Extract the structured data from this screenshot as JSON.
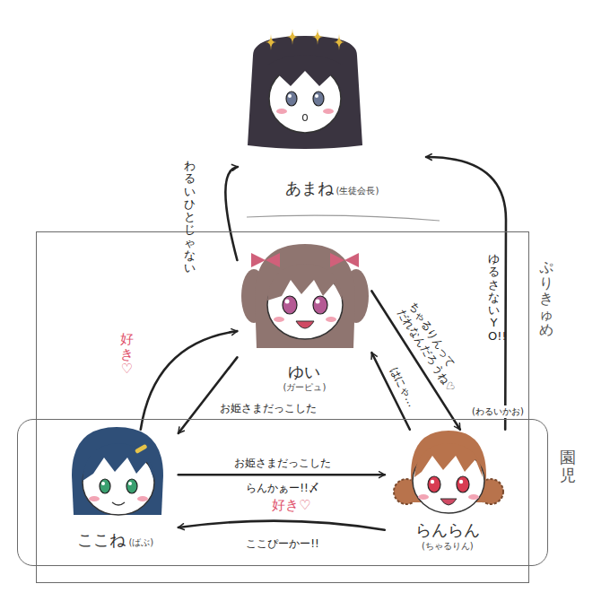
{
  "diagram": {
    "nodes": [
      {
        "text": [
          "あまね",
          "(生徒会長)"
        ]
      },
      {
        "text": [
          "ぷりきゅめ"
        ]
      },
      {
        "text": [
          "ゆい",
          "(ガーピュ)"
        ],
        "in": 1
      },
      {
        "text": [
          "園児"
        ],
        "in": 1
      },
      {
        "text": [
          "ここね",
          "(ばぶ)"
        ],
        "in": 3
      },
      {
        "text": [
          "らんらん",
          "(ちゃるりん)"
        ],
        "in": 3
      }
    ],
    "edges": [
      {
        "from": 2,
        "to": 0,
        "arrow": "to",
        "label": "わるいひとじゃない"
      },
      {
        "from": 5,
        "to": 0,
        "arrow": "to",
        "label": "ゆるさないYO!!"
      },
      {
        "from": 4,
        "to": 2,
        "arrow": "to",
        "label": "好き♡"
      },
      {
        "from": 2,
        "to": 4,
        "arrow": "to",
        "label": "お姫さまだっこした"
      },
      {
        "from": 2,
        "to": 5,
        "arrow": "to",
        "label": "ちゃるりんって だれなんだろうね♡"
      },
      {
        "from": 5,
        "to": 2,
        "arrow": "to",
        "label": "はにゃ…"
      },
      {
        "from": 4,
        "to": 5,
        "arrow": "to",
        "label": "お姫さまだっこした"
      },
      {
        "from": 5,
        "to": 4,
        "arrow": "to",
        "label": "好き♡"
      }
    ],
    "labels": [
      "(わるいかお)",
      "らんかぁー!!〆",
      "ここぴーかー!!"
    ]
  }
}
